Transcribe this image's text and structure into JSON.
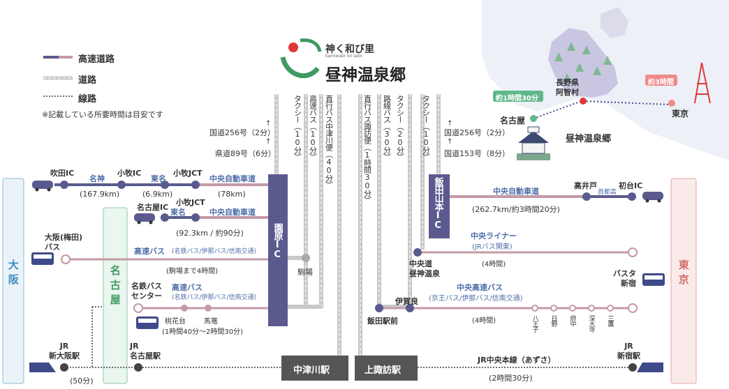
{
  "legend": {
    "highway": "高速道路",
    "road": "道路",
    "railway": "線路",
    "note": "※記載している所要時間は目安です"
  },
  "logo": {
    "tagline": "神く和び里",
    "tagline_small": "kamiwabi no sato",
    "name": "昼神温泉郷"
  },
  "colors": {
    "highway": "#c49aa5",
    "road": "#c8c8c8",
    "rail": "#7a7a7a",
    "navy": "#5b5a8f",
    "osaka_fill": "#e9f3f8",
    "osaka_border": "#8cbcd8",
    "osaka_text": "#3a8fc0",
    "nagoya_fill": "#eaf6ef",
    "nagoya_border": "#8fcaa6",
    "nagoya_text": "#3f9a62",
    "tokyo_fill": "#fbeaea",
    "tokyo_border": "#e6a7a7",
    "tokyo_text": "#d26e6e",
    "station_box": "#555555",
    "accent_green": "#5fb88a",
    "accent_red": "#e0393a",
    "accent_pink": "#f08a8a",
    "label_blue": "#4d6ea8"
  },
  "cities": {
    "osaka": "大阪",
    "nagoya": "名古屋",
    "tokyo": "東京"
  },
  "vertical_routes": {
    "taxi_left": "タクシー（10分）",
    "express_bus_left": "高速バス（10分）",
    "direct_bus_nakatsugawa": "直行バス中津川便（40分）",
    "direct_bus_suwa": "直行バス諏訪便（1時間30分）",
    "route_bus": "路線バス（30分）",
    "taxi_mid": "タクシー（20分）",
    "taxi_right": "タクシー（10分）"
  },
  "road_notes": {
    "left_top": "国道256号（2分）",
    "left_bottom": "県道89号（6分）",
    "right_top": "国道256号（2分）",
    "right_bottom": "国道153号（8分）",
    "arrow": "↑"
  },
  "interchanges": {
    "sonohara": "園原IC",
    "iida_yamamoto": "飯田山本IC",
    "komaba": "駒場",
    "suita": "吹田IC",
    "komaki": "小牧IC",
    "komaki_jct": "小牧JCT",
    "nagoya_ic": "名古屋IC",
    "komaki_jct2": "小牧JCT",
    "takaido": "高井戸",
    "shutoko": "首都高",
    "hatsudai": "初台IC"
  },
  "expressways": {
    "meishin": "名神",
    "tomei": "東名",
    "tomei2": "東名",
    "chuo1": "中央自動車道",
    "chuo2": "中央自動車道",
    "chuo_right": "中央自動車道",
    "d1": "(167.9km)",
    "d2": "(6.9km)",
    "d3": "(78km)",
    "d4": "(92.3km / 約90分)",
    "d_right": "(262.7km/約3時間20分)"
  },
  "buses": {
    "osaka_stop": "大阪(梅田)\nバス",
    "osaka_bus": "高速バス",
    "osaka_bus_sub": "(名鉄バス/伊那バス/信南交通)",
    "osaka_time": "(駒場まで4時間)",
    "meitetsu_center": "名鉄バス\nセンター",
    "nagoya_bus": "高速バス",
    "nagoya_bus_sub": "(名鉄バス/伊那バス/信南交通)",
    "momohanadai": "桃花台",
    "magome": "馬篭",
    "nagoya_time": "(1時間40分〜2時間30分)",
    "chuo_liner": "中央ライナー",
    "chuo_liner_sub": "(JRバス関東)",
    "chuo_liner_time": "(4時間)",
    "chuodo_hirugami": "中央道\n昼神温泉",
    "busta": "バスタ\n新宿",
    "chuo_express": "中央高速バス",
    "chuo_express_sub": "(京王バス/伊那バス/信南交通)",
    "chuo_express_time": "(4時間)",
    "igara": "伊賀良",
    "iida_station": "飯田駅前",
    "tokyo_stops": [
      "八王子",
      "日野",
      "府中",
      "深大寺",
      "三鷹"
    ]
  },
  "rail": {
    "shin_osaka": "JR\n新大阪駅",
    "nagoya_station": "JR\n名古屋駅",
    "shinjuku_station": "JR\n新宿駅",
    "time_osaka": "(50分)",
    "chuo_main": "JR中央本線（あずさ）",
    "chuo_time": "(2時間30分)",
    "nakatsugawa": "中津川駅",
    "kamisuwa": "上諏訪駅"
  },
  "inset_map": {
    "nagoya": "名古屋",
    "achi": "長野県\n阿智村",
    "tokyo": "東京",
    "time_nagoya": "約1時間30分",
    "time_tokyo": "約3時間",
    "logo": "昼神温泉郷"
  }
}
